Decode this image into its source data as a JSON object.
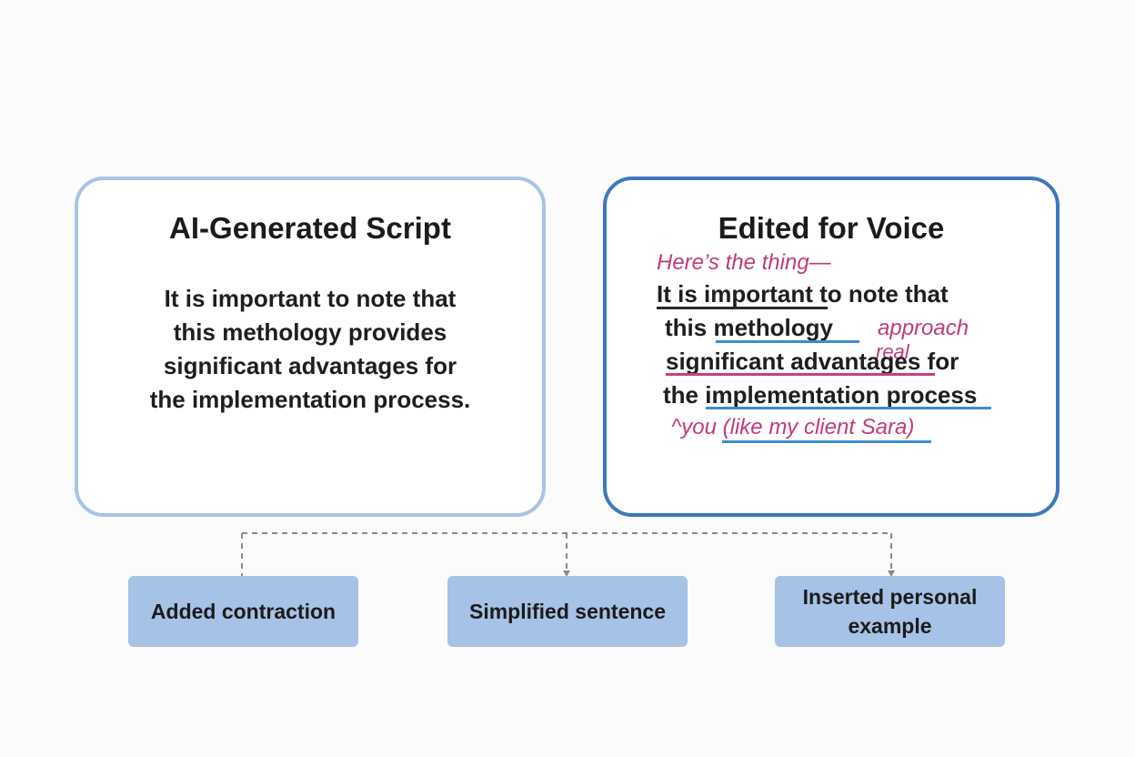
{
  "left_panel": {
    "title": "AI-Generated Script",
    "lines": [
      "It is important to note that",
      "this methology provides",
      "significant advantages for",
      "the implementation process."
    ]
  },
  "right_panel": {
    "title": "Edited for Voice",
    "insert_note": "Here’s the thing—",
    "line1": {
      "underlined": "It is important",
      "rest": "to note that"
    },
    "line2": {
      "lead": "this",
      "underlined": "methology"
    },
    "line2_note": "approach",
    "line3": {
      "underlined": "significant advantages",
      "rest": "for"
    },
    "line3_note": "real",
    "line4": {
      "lead": "the",
      "underlined": "implementation process"
    },
    "bottom_note": {
      "caret": "^",
      "word": "you",
      "example": "(like my client Sara)"
    }
  },
  "tags": [
    {
      "label": "Added contraction"
    },
    {
      "label": "Simplified sentence"
    },
    {
      "label": "Inserted personal example"
    }
  ]
}
